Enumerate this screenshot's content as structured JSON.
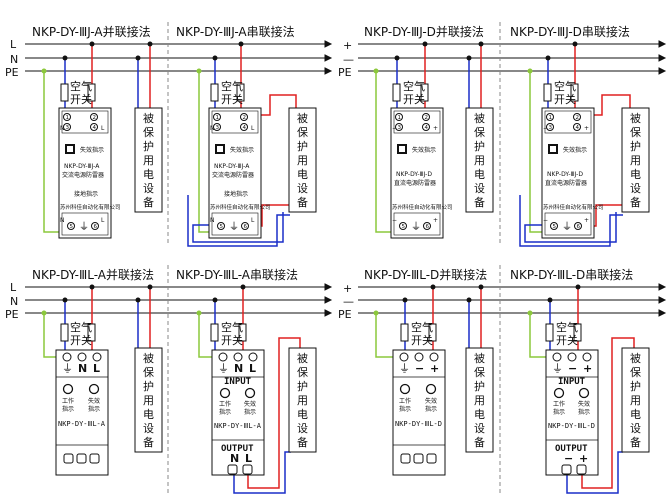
{
  "colors": {
    "line": "#111111",
    "red": "#e02020",
    "blue": "#1a2ec8",
    "green_yellow": "#8cc83c",
    "dashed": "#888888"
  },
  "lines": {
    "L": "L",
    "N": "N",
    "PE": "PE",
    "plus": "+",
    "minus": "—"
  },
  "titles": {
    "ja_par": "NKP-DY-ⅢJ-A并联接法",
    "ja_ser": "NKP-DY-ⅢJ-A串联接法",
    "jd_par": "NKP-DY-ⅢJ-D并联接法",
    "jd_ser": "NKP-DY-ⅢJ-D串联接法",
    "la_par": "NKP-DY-ⅢL-A并联接法",
    "la_ser": "NKP-DY-ⅢL-A串联接法",
    "ld_par": "NKP-DY-ⅢL-D并联接法",
    "ld_ser": "NKP-DY-ⅢL-D串联接法"
  },
  "breaker": {
    "line1": "空气",
    "line2": "开关"
  },
  "load": {
    "c1": "被",
    "c2": "保",
    "c3": "护",
    "c4": "用",
    "c5": "电",
    "c6": "设",
    "c7": "备"
  },
  "j_module": {
    "fail_indicator": "失效指示",
    "model_a": "NKP-DY-ⅢJ-A",
    "desc_a": "交流电源防雷器",
    "model_d": "NKP-DY-ⅢJ-D",
    "desc_d": "直流电源防雷器",
    "ground_indicator": "接地指示",
    "company": "苏州科佳自动化有限公司",
    "t1": "1",
    "t2": "2",
    "t3": "3",
    "t4": "4",
    "t5": "5",
    "t6": "6",
    "N": "N",
    "L": "L",
    "plus": "+",
    "minus": "−"
  },
  "l_module": {
    "N": "N",
    "L": "L",
    "plus": "+",
    "minus": "−",
    "work1": "工作",
    "work2": "指示",
    "fail1": "失效",
    "fail2": "指示",
    "model_a": "NKP-DY-ⅢL-A",
    "model_d": "NKP-DY-ⅢL-D",
    "input": "INPUT",
    "output": "OUTPUT"
  }
}
